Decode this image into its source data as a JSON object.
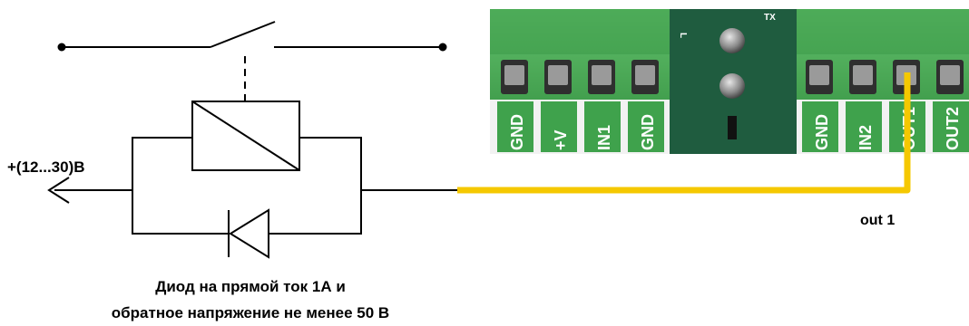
{
  "labels": {
    "supply": "+(12...30)В",
    "output": "out 1",
    "diode_line1": "Диод на прямой ток 1А и",
    "diode_line2": "обратное напряжение не менее  50 В"
  },
  "board": {
    "left_pins": [
      "GND",
      "+V",
      "IN1",
      "GND"
    ],
    "right_pins": [
      "GND",
      "IN2",
      "OUT1",
      "OUT2"
    ],
    "silkscreen": [
      "TX",
      "L"
    ]
  },
  "colors": {
    "terminal_green": "#4db35a",
    "pcb_green": "#1f5c3f",
    "wire_yellow": "#f5c800",
    "wire_black": "#000000"
  }
}
